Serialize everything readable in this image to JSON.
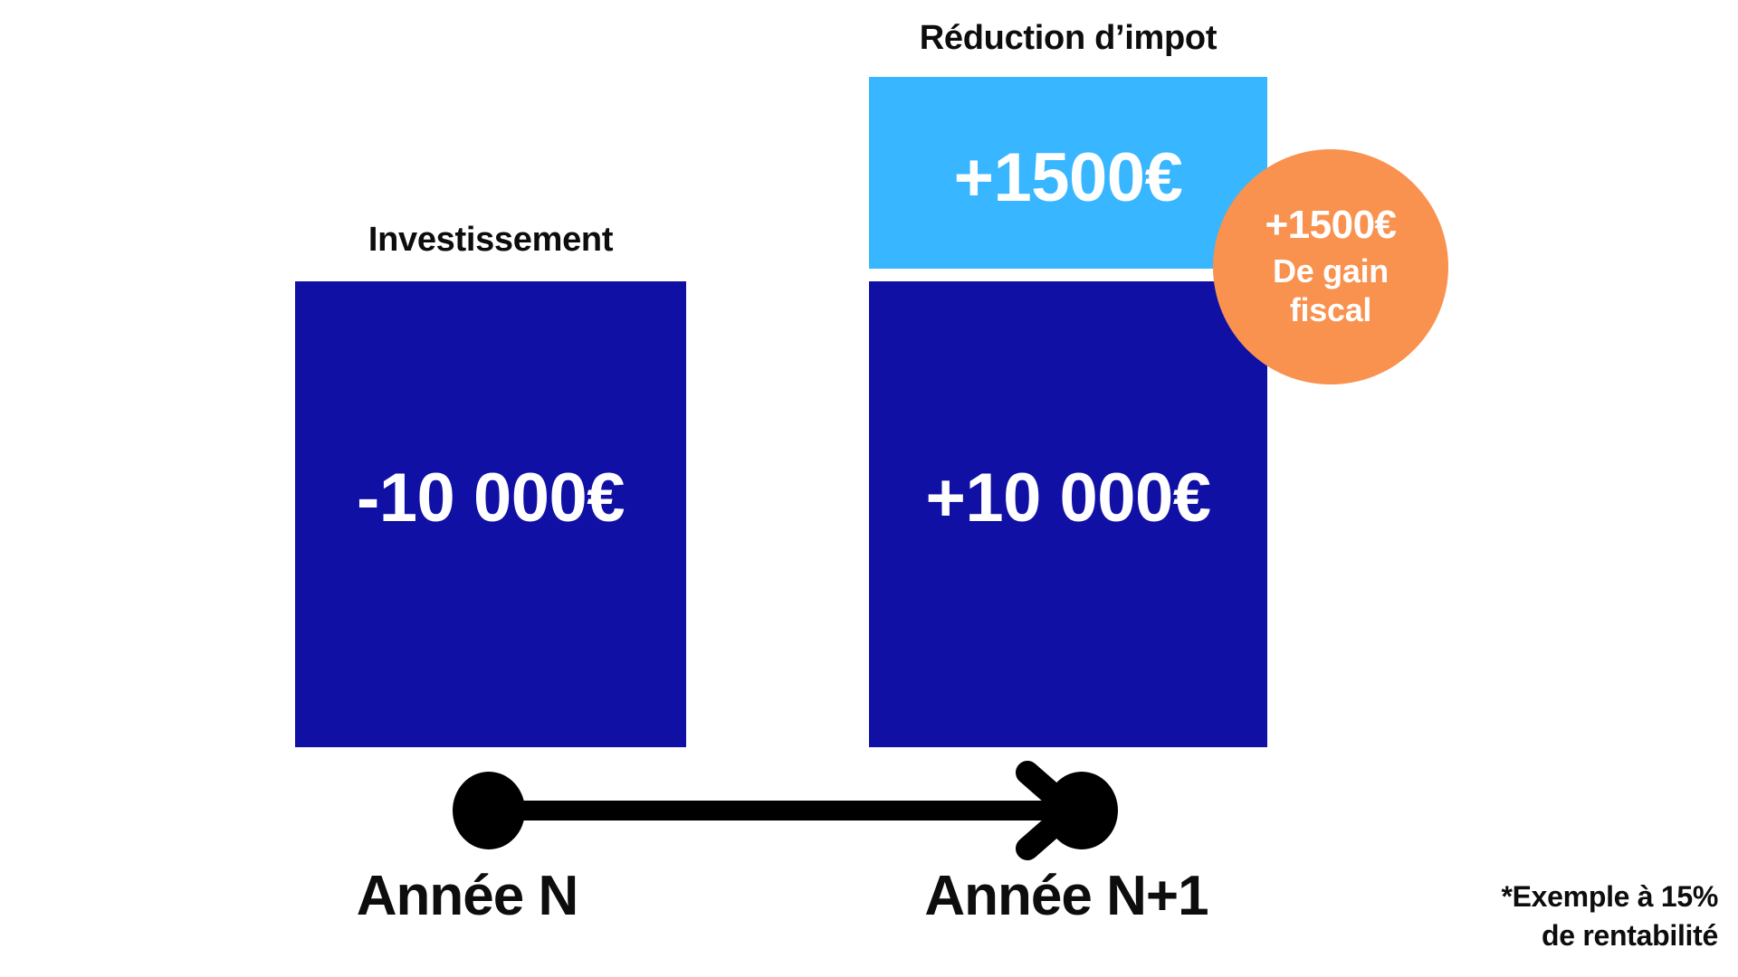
{
  "chart_data": {
    "type": "bar",
    "title": "",
    "xlabel": "",
    "ylabel": "",
    "categories": [
      "Année N",
      "Année N+1"
    ],
    "series": [
      {
        "name": "Investissement",
        "color": "#1010A5",
        "values": [
          -10000,
          10000
        ],
        "labels": [
          "-10 000€",
          "+10 000€"
        ]
      },
      {
        "name": "Réduction d’impot",
        "color": "#38B6FF",
        "values": [
          0,
          1500
        ],
        "labels": [
          "",
          "+1500€"
        ]
      }
    ],
    "currency": "€",
    "annotation": "+1500€ De gain fiscal",
    "footnote": "*Exemple à 15% de rentabilité",
    "grid": false,
    "legend_position": "none",
    "axis": "timeline"
  },
  "captions": {
    "investment": "Investissement",
    "tax_reduction": "Réduction d’impot"
  },
  "bars": {
    "investment": {
      "value_label": "-10 000€",
      "color": "#1010A5"
    },
    "gain": {
      "value_label": "+10 000€",
      "color": "#1010A5"
    },
    "tax": {
      "value_label": "+1500€",
      "color": "#38B6FF"
    }
  },
  "badge": {
    "amount": "+1500€",
    "line1": "De gain",
    "line2": "fiscal",
    "color": "#F9914F"
  },
  "timeline": {
    "year_n": "Année N",
    "year_n_plus_1": "Année N+1",
    "color": "#000000"
  },
  "footnote": {
    "line1": "*Exemple à 15%",
    "line2": "de rentabilité"
  }
}
